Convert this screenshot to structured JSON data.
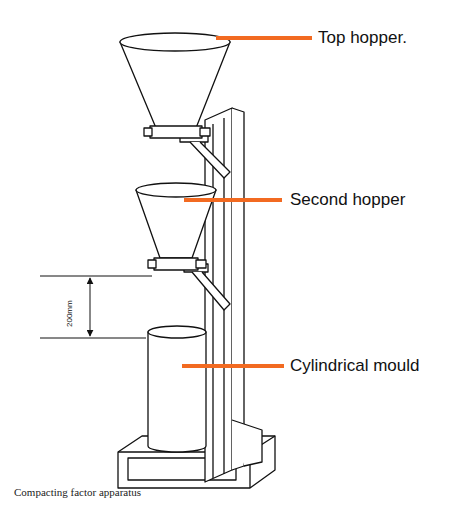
{
  "diagram": {
    "caption": "Compacting factor apparatus",
    "labels": [
      "Top hopper.",
      "Second hopper",
      "Cylindrical mould",
      "200mm"
    ]
  }
}
